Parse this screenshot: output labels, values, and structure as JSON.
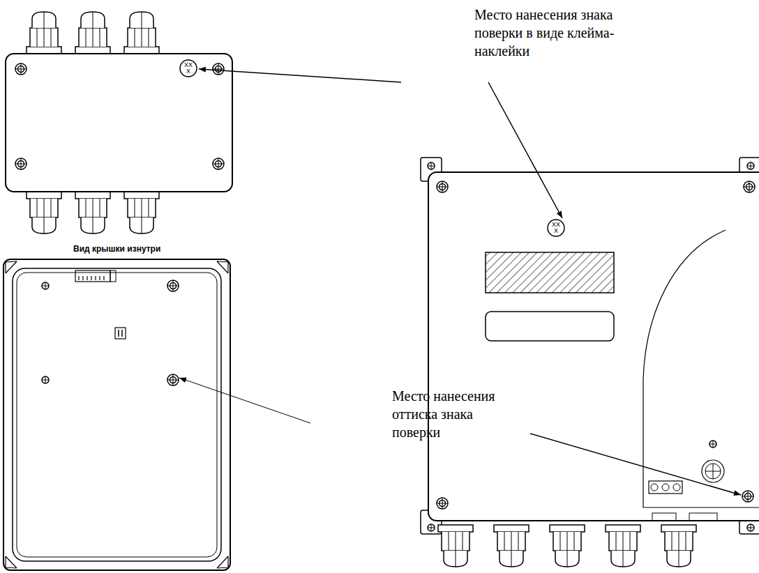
{
  "diagram": {
    "labels": [
      "Место нанесения знака поверки в виде клейма-наклейки",
      "Место нанесения оттиска знака поверки",
      "Вид крышки изнутри",
      "XX X",
      "XX X"
    ]
  }
}
